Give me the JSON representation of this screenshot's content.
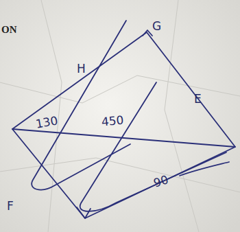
{
  "diagram": {
    "labels": [
      "ON",
      "G",
      "E",
      "F",
      "H",
      "130",
      "450",
      "90"
    ]
  }
}
